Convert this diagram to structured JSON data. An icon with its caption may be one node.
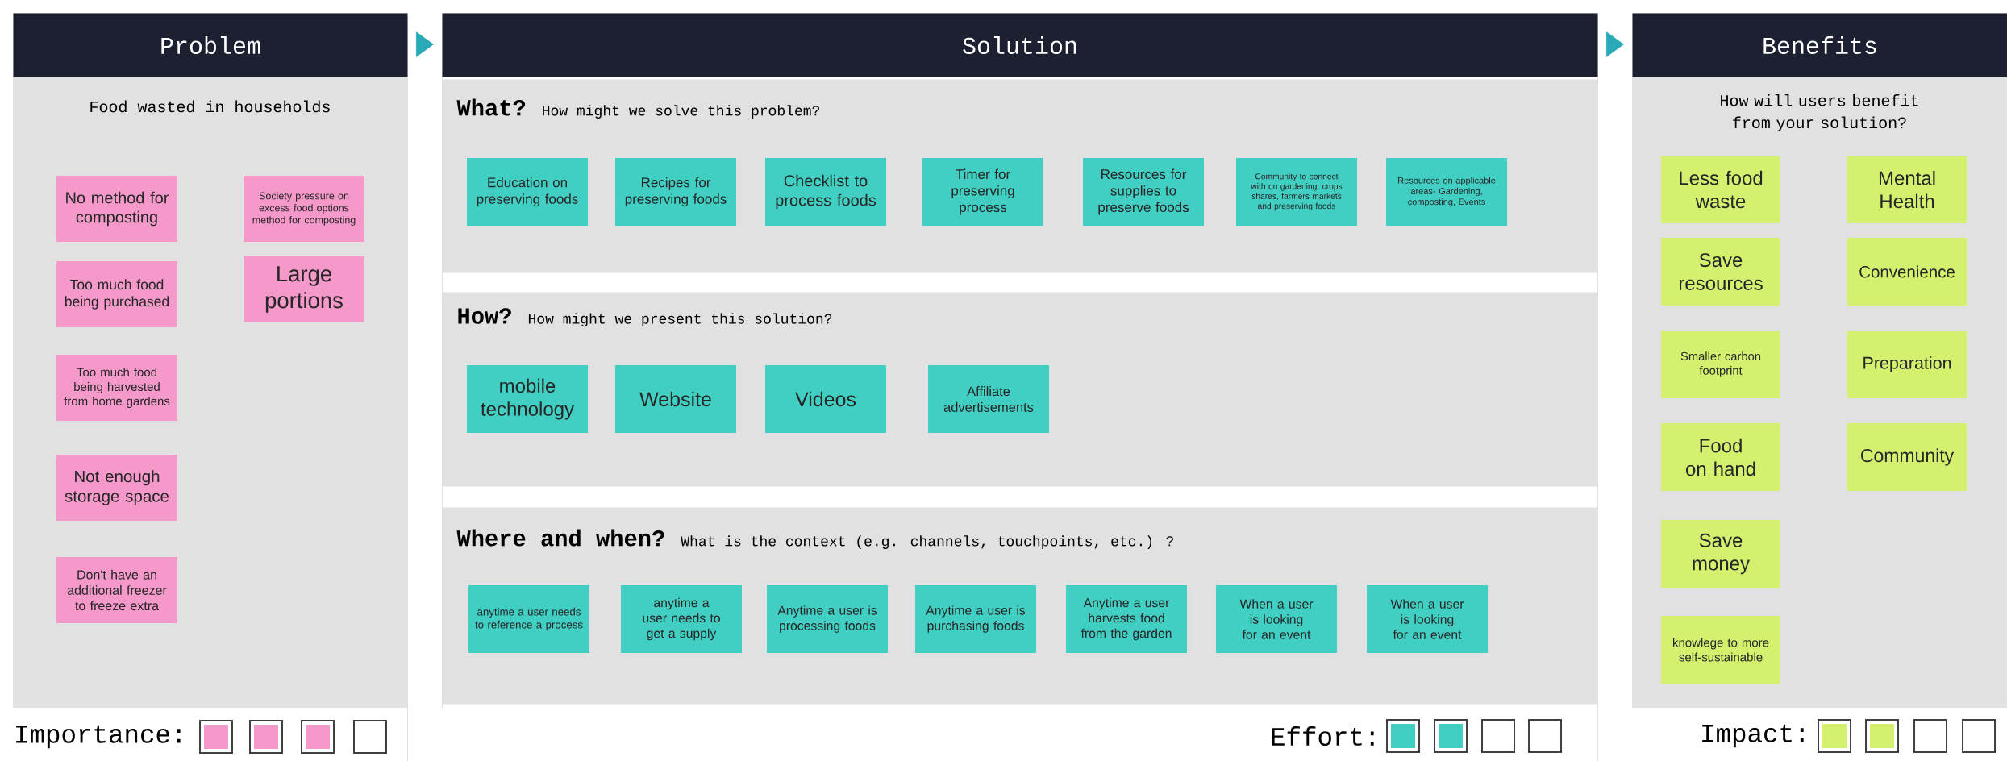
{
  "diagram": {
    "nodes": [
      {
        "text": [
          "Problem",
          "Food wasted in households"
        ]
      },
      {
        "text": [
          "No method for composting"
        ],
        "in": 0
      },
      {
        "text": [
          "Society pressure on excess food options method for composting"
        ],
        "in": 0
      },
      {
        "text": [
          "Too much food being purchased"
        ],
        "in": 0
      },
      {
        "text": [
          "Large portions"
        ],
        "in": 0
      },
      {
        "text": [
          "Too much food being harvested from home gardens"
        ],
        "in": 0
      },
      {
        "text": [
          "Not enough storage space"
        ],
        "in": 0
      },
      {
        "text": [
          "Don't have an additional freezer to freeze extra"
        ],
        "in": 0
      },
      {
        "text": [
          "Solution"
        ]
      },
      {
        "text": [
          "What?",
          "How might we solve this problem?"
        ],
        "in": 8
      },
      {
        "text": [
          "Education on preserving foods"
        ],
        "in": 9
      },
      {
        "text": [
          "Recipes for preserving foods"
        ],
        "in": 9
      },
      {
        "text": [
          "Checklist to process foods"
        ],
        "in": 9
      },
      {
        "text": [
          "Timer for preserving process"
        ],
        "in": 9
      },
      {
        "text": [
          "Resources for supplies to preserve foods"
        ],
        "in": 9
      },
      {
        "text": [
          "Community to connect with on gardening, crops shares, farmers markets and preserving foods"
        ],
        "in": 9
      },
      {
        "text": [
          "Resources on applicable areas- Gardening, composting, Events"
        ],
        "in": 9
      },
      {
        "text": [
          "How?",
          "How might we present this solution?"
        ],
        "in": 8
      },
      {
        "text": [
          "mobile technology"
        ],
        "in": 17
      },
      {
        "text": [
          "Website"
        ],
        "in": 17
      },
      {
        "text": [
          "Videos"
        ],
        "in": 17
      },
      {
        "text": [
          "Affiliate advertisements"
        ],
        "in": 17
      },
      {
        "text": [
          "Where and when?",
          "What is the context (e.g. channels, touchpoints, etc.) ?"
        ],
        "in": 8
      },
      {
        "text": [
          "anytime a user needs to reference a process"
        ],
        "in": 22
      },
      {
        "text": [
          "anytime a user needs to get a supply"
        ],
        "in": 22
      },
      {
        "text": [
          "Anytime a user is processing foods"
        ],
        "in": 22
      },
      {
        "text": [
          "Anytime a user is purchasing foods"
        ],
        "in": 22
      },
      {
        "text": [
          "Anytime a user harvests food from the garden"
        ],
        "in": 22
      },
      {
        "text": [
          "When a user is looking for an event"
        ],
        "in": 22
      },
      {
        "text": [
          "When a user is looking for an event"
        ],
        "in": 22
      },
      {
        "text": [
          "Benefits",
          "How will users benefit from your solution?"
        ]
      },
      {
        "text": [
          "Less food waste"
        ],
        "in": 30
      },
      {
        "text": [
          "Mental Health"
        ],
        "in": 30
      },
      {
        "text": [
          "Save resources"
        ],
        "in": 30
      },
      {
        "text": [
          "Convenience"
        ],
        "in": 30
      },
      {
        "text": [
          "Smaller carbon footprint"
        ],
        "in": 30
      },
      {
        "text": [
          "Preparation"
        ],
        "in": 30
      },
      {
        "text": [
          "Food on hand"
        ],
        "in": 30
      },
      {
        "text": [
          "Community"
        ],
        "in": 30
      },
      {
        "text": [
          "Save money"
        ],
        "in": 30
      },
      {
        "text": [
          "knowlege to more self-sustainable"
        ],
        "in": 30
      }
    ],
    "edges": [
      {
        "from": 0,
        "to": 8,
        "arrow": "to"
      },
      {
        "from": 8,
        "to": 30,
        "arrow": "to"
      }
    ],
    "labels": [
      "Importance:",
      "Effort:",
      "Impact:"
    ]
  }
}
